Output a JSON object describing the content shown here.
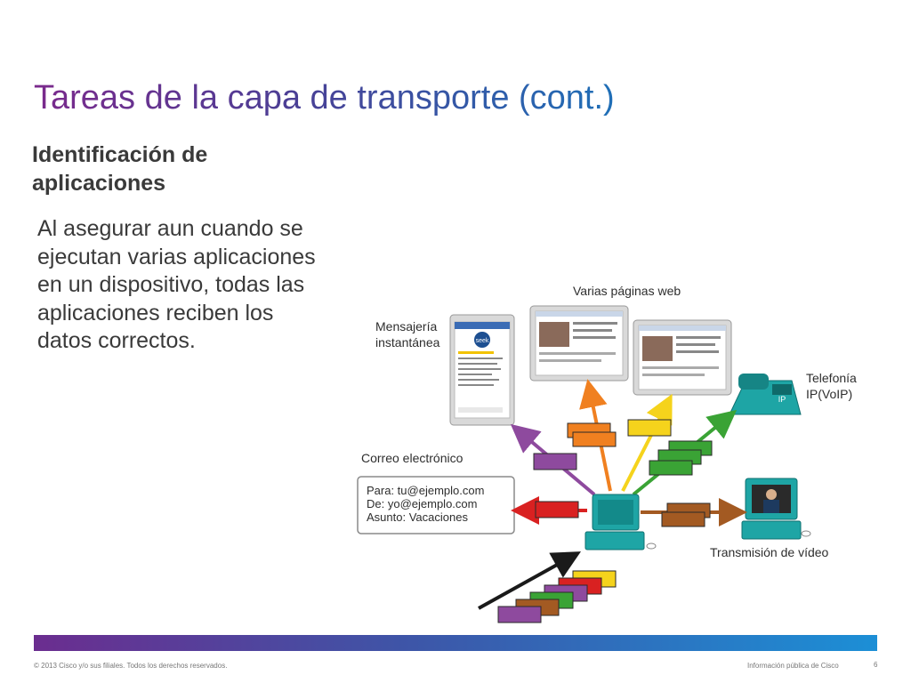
{
  "slide": {
    "title": "Tareas de la capa de transporte (cont.)",
    "subtitle": "Identificación de aplicaciones",
    "body": "Al asegurar aun cuando se ejecutan varias aplicaciones en un dispositivo, todas las aplicaciones reciben los datos correctos."
  },
  "diagram": {
    "label_instant_1": "Mensajería",
    "label_instant_2": "instantánea",
    "label_web": "Varias páginas web",
    "label_voip_1": "Telefonía",
    "label_voip_2": "IP(VoIP)",
    "label_email": "Correo electrónico",
    "email_to": "Para: tu@ejemplo.com",
    "email_from": "De: yo@ejemplo.com",
    "email_subject": "Asunto: Vacaciones",
    "label_video": "Transmisión de vídeo",
    "phone_badge": "IP",
    "im_logo": "seek",
    "colors": {
      "purple": "#8e4a9e",
      "orange": "#f08020",
      "yellow": "#f5d31c",
      "green": "#3aa335",
      "red": "#d92121",
      "brown": "#a35a22",
      "teal": "#1ea5a5"
    }
  },
  "footer": {
    "copyright": "© 2013 Cisco y/o sus filiales. Todos los derechos reservados.",
    "classification": "Información pública de Cisco",
    "page": "6"
  }
}
